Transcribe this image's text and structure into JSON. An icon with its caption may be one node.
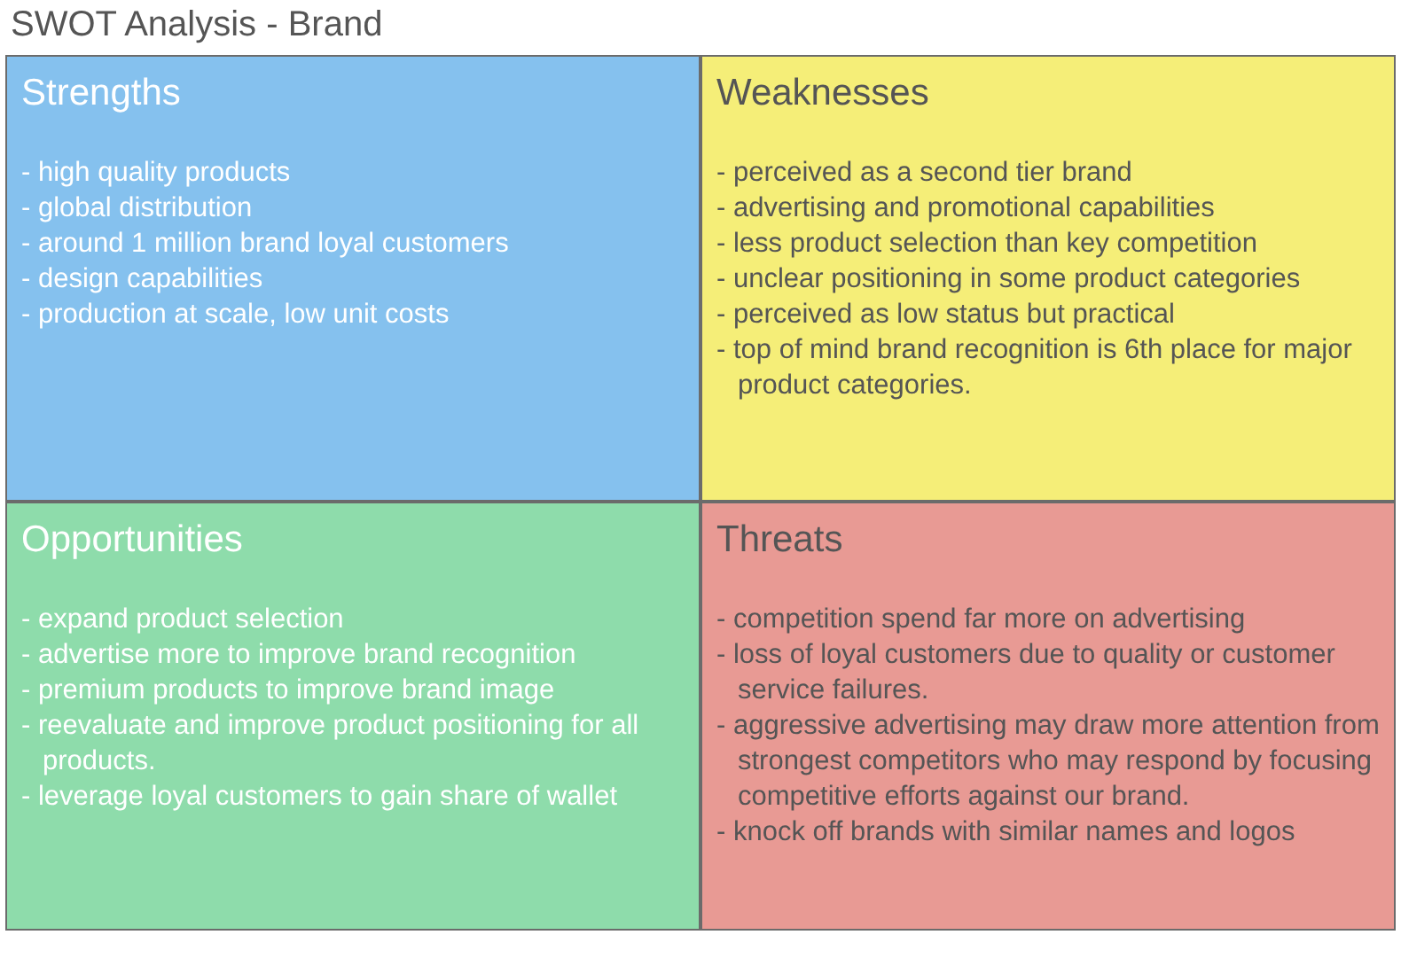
{
  "diagram": {
    "title": "SWOT Analysis - Brand",
    "nodes": [
      {
        "text": [
          "Strengths",
          "- high quality products",
          "- global distribution",
          "- around 1 million brand loyal customers",
          "- design capabilities",
          "- production at scale, low unit costs"
        ]
      },
      {
        "text": [
          "Weaknesses",
          "- perceived as a second tier brand",
          "- advertising and promotional capabilities",
          "- less product selection than key competition",
          "- unclear positioning in some product categories",
          "- perceived as low status but practical",
          "- top of mind brand recognition is 6th place for major product categories."
        ]
      },
      {
        "text": [
          "Opportunities",
          "- expand product selection",
          "- advertise more to improve brand recognition",
          "- premium products to improve brand image",
          "- reevaluate and improve product positioning for all products.",
          "- leverage loyal customers to gain share of wallet"
        ]
      },
      {
        "text": [
          "Threats",
          "- competition spend far more on advertising",
          "- loss of loyal customers due to quality or customer service failures.",
          "- aggressive advertising may draw more attention from strongest competitors who may respond by focusing competitive efforts against our brand.",
          "- knock off brands with similar names and logos"
        ]
      }
    ],
    "edges": []
  }
}
